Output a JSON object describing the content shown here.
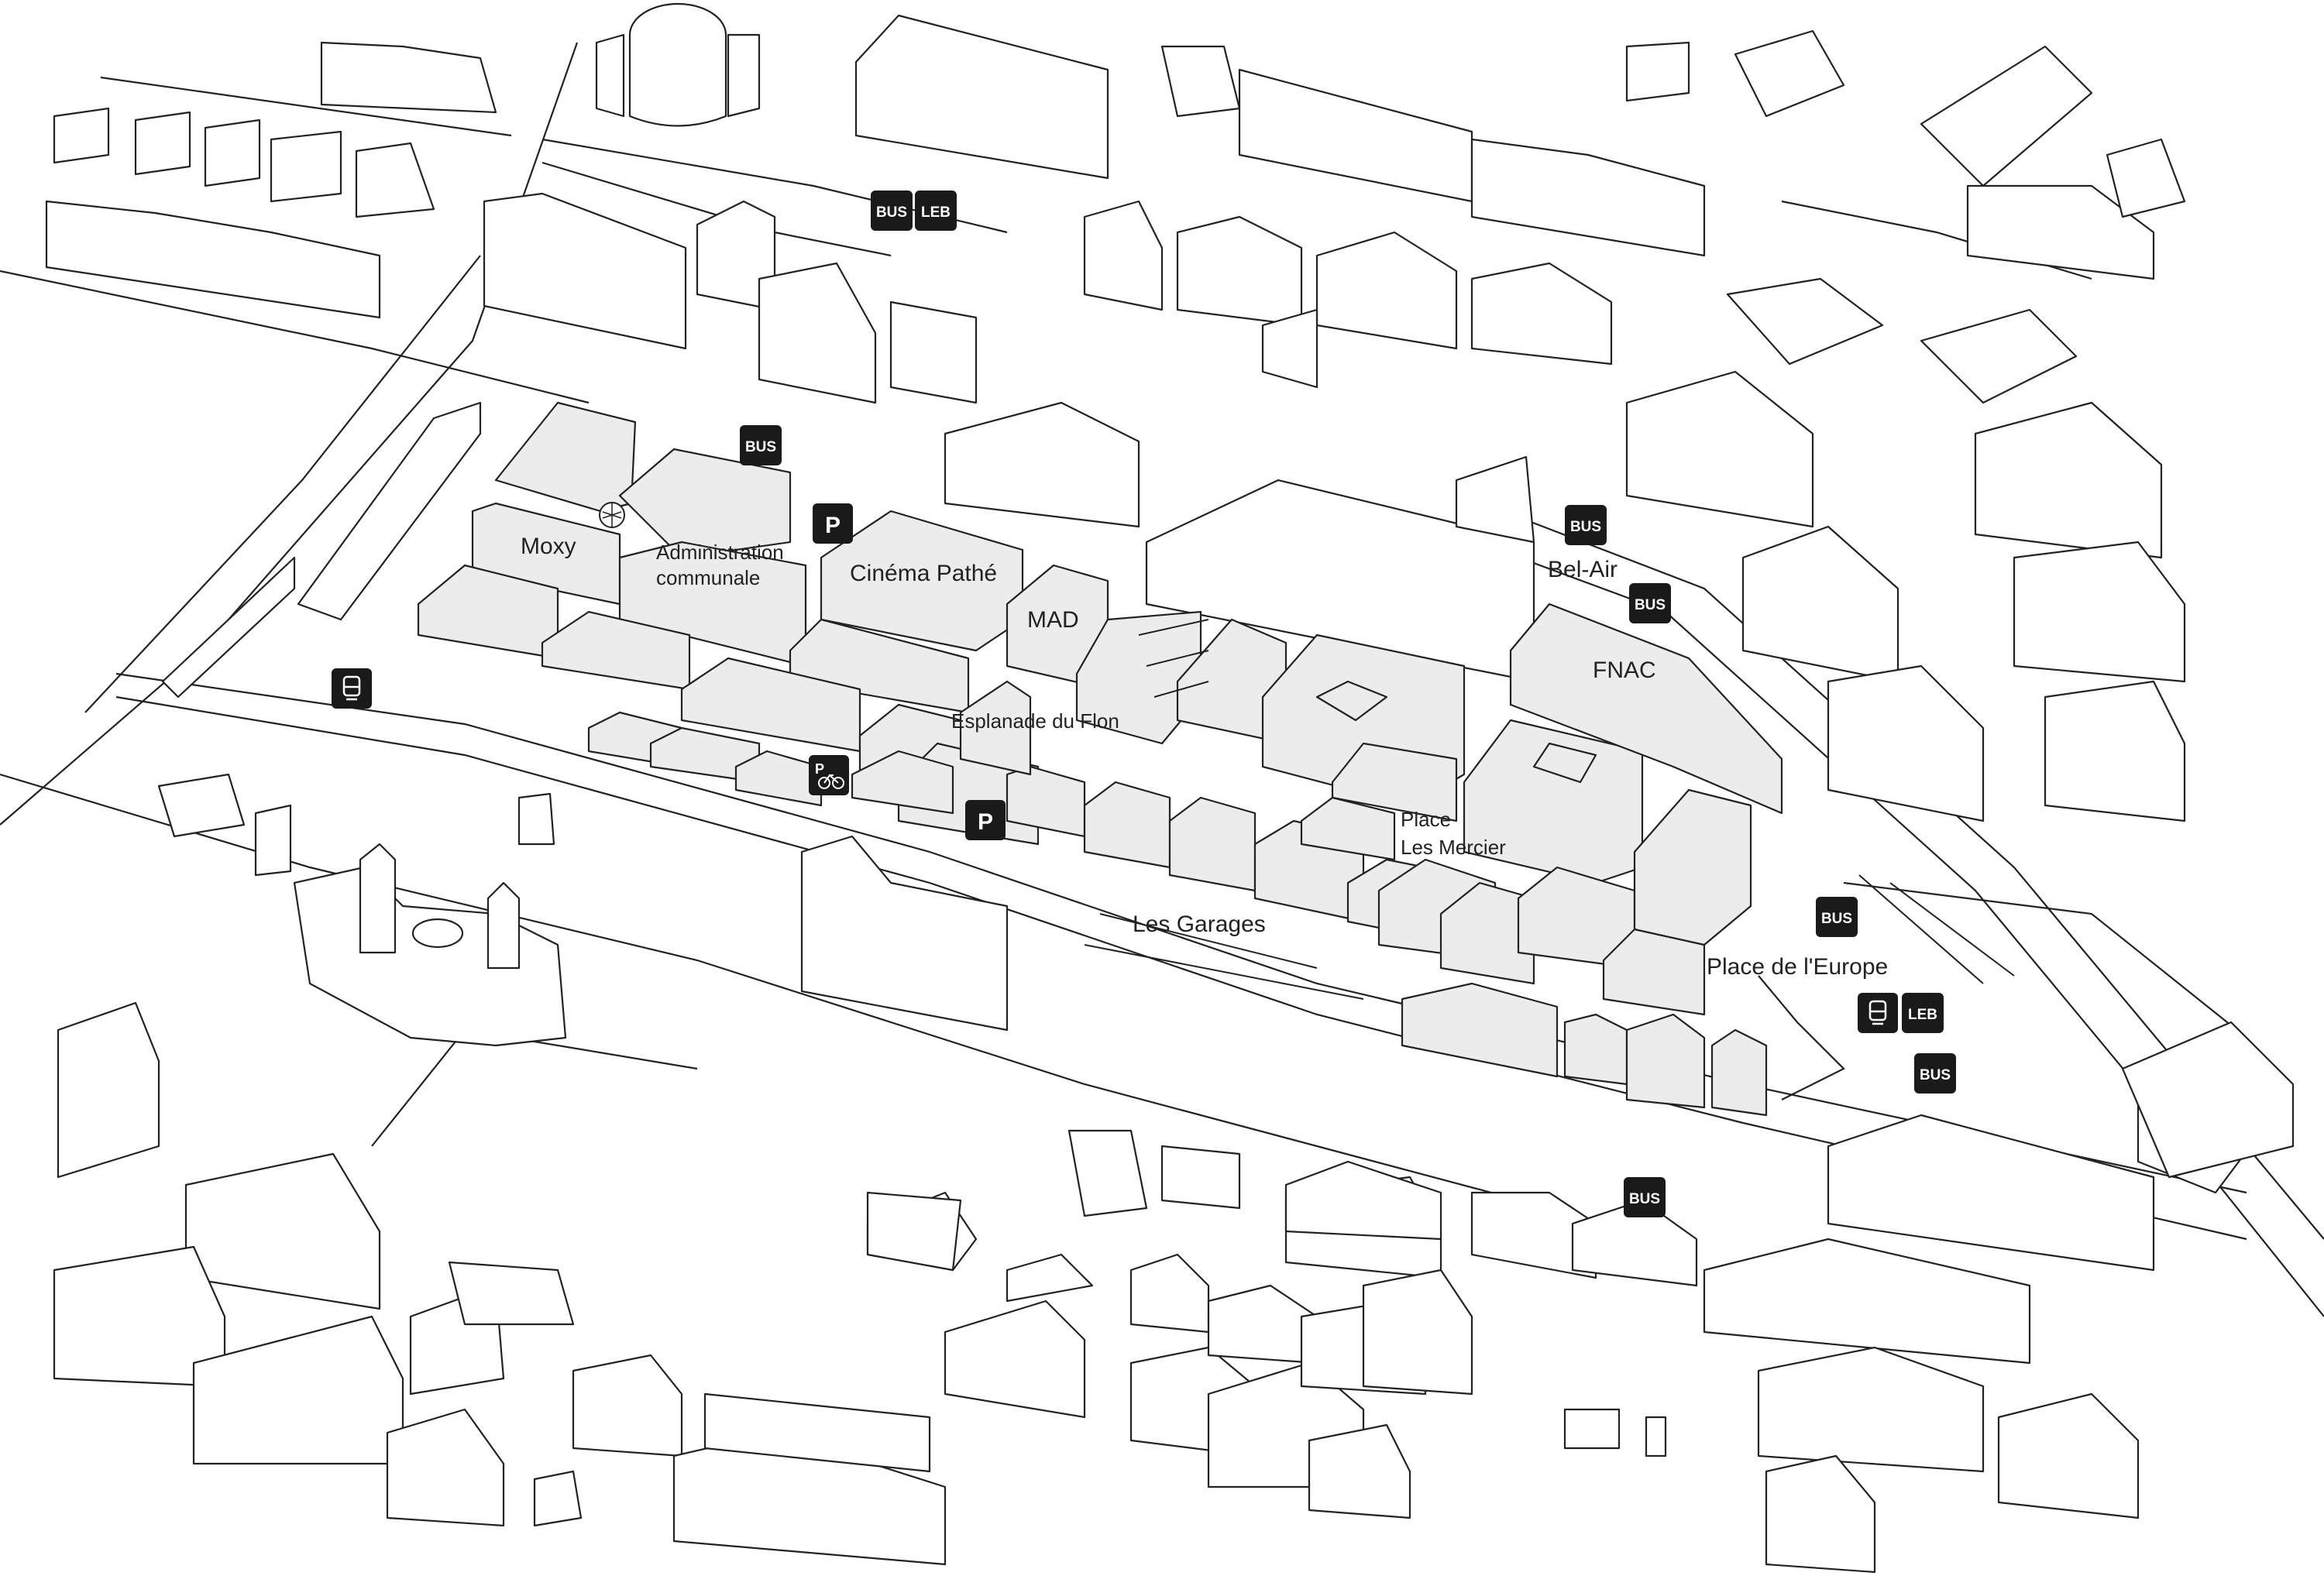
{
  "map": {
    "labels": {
      "moxy": "Moxy",
      "administration_line1": "Administration",
      "administration_line2": "communale",
      "cinema_pathe": "Cinéma Pathé",
      "mad": "MAD",
      "esplanade_du_flon": "Esplanade du Flon",
      "bel_air": "Bel-Air",
      "fnac": "FNAC",
      "place_les_mercier_line1": "Place",
      "place_les_mercier_line2": "Les Mercier",
      "les_garages": "Les Garages",
      "place_de_l_europe": "Place de l'Europe"
    },
    "badges": {
      "bus": "BUS",
      "leb": "LEB",
      "parking": "P"
    },
    "icons": [
      "bus-stop-icon",
      "leb-train-icon",
      "parking-icon",
      "metro-icon",
      "bike-parking-icon",
      "tree-icon"
    ],
    "colors": {
      "line": "#222222",
      "highlight_building": "#ececec",
      "badge": "#1a1a1a"
    }
  }
}
